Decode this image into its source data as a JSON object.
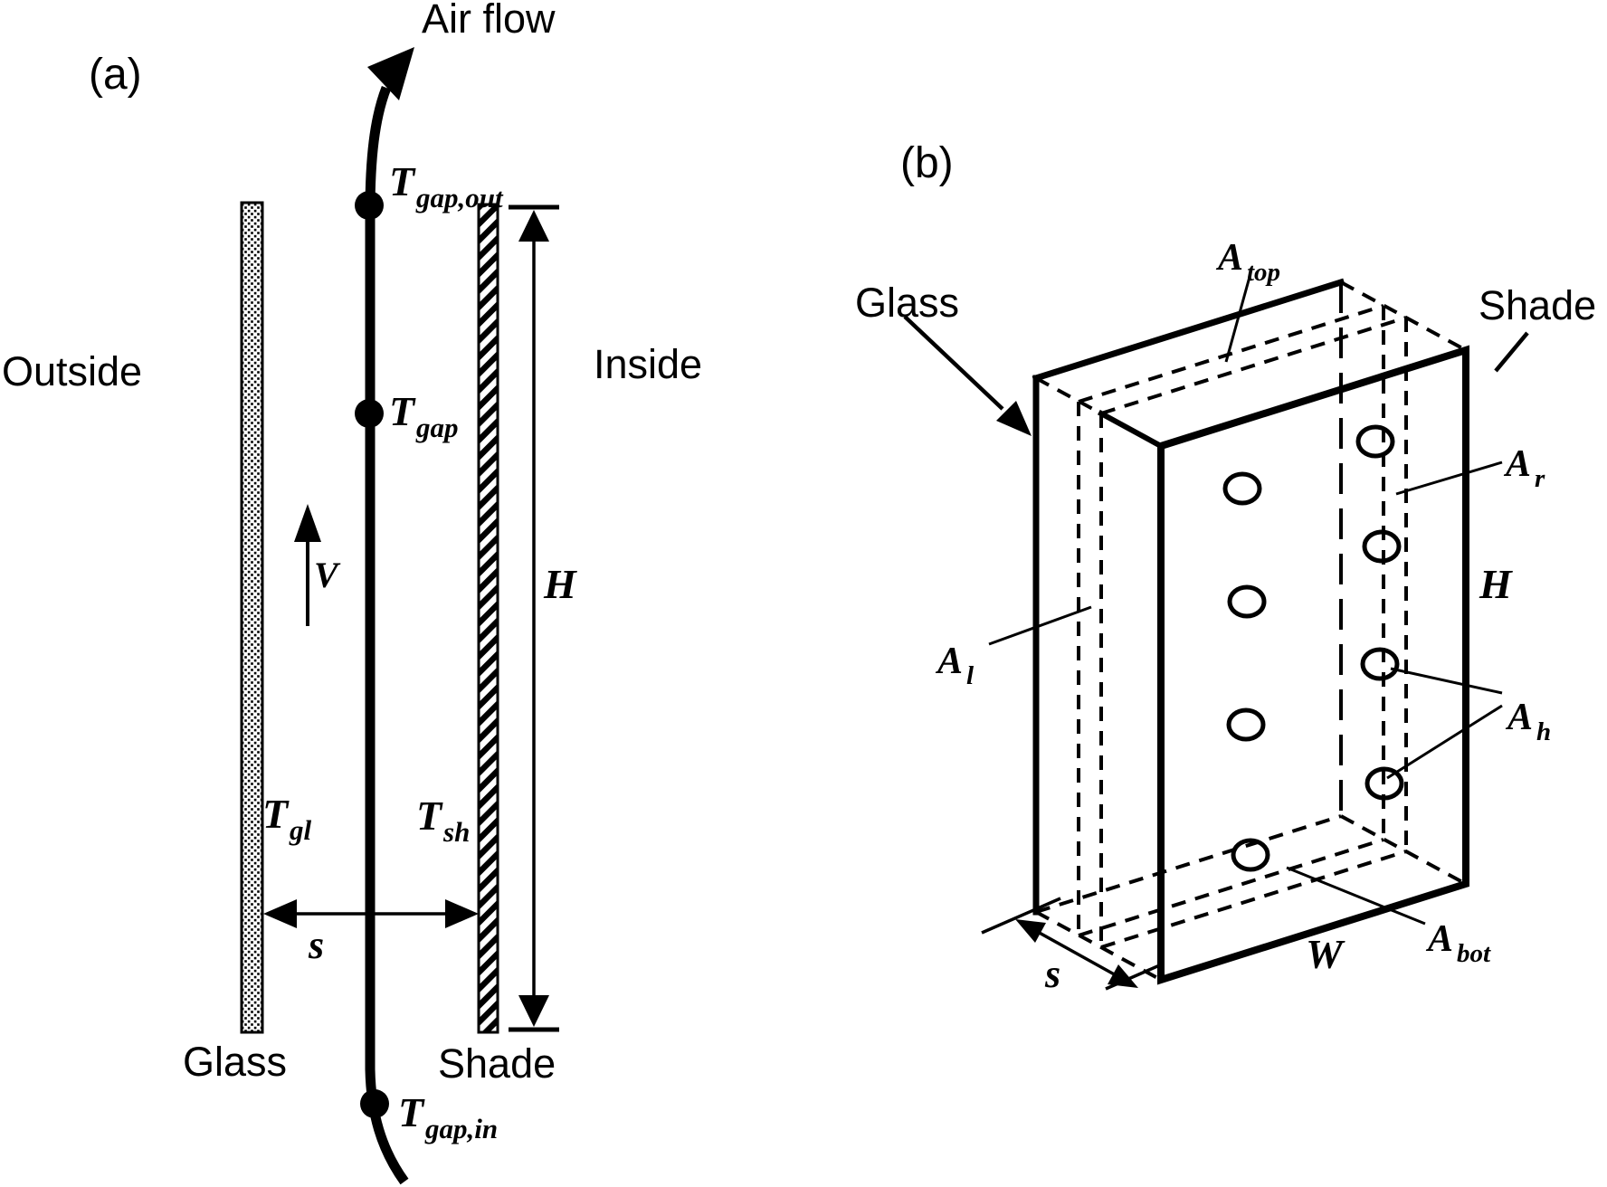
{
  "figure": {
    "panel_a": {
      "tag": "(a)",
      "air_flow_label": "Air flow",
      "outside_label": "Outside",
      "inside_label": "Inside",
      "glass_label": "Glass",
      "shade_label": "Shade",
      "velocity_symbol": "V",
      "height_dim": "H",
      "gap_dim": "s",
      "temps": {
        "t_gap_out": {
          "base": "T",
          "sub": "gap,out"
        },
        "t_gap": {
          "base": "T",
          "sub": "gap"
        },
        "t_gap_in": {
          "base": "T",
          "sub": "gap,in"
        },
        "t_glass": {
          "base": "T",
          "sub": "gl"
        },
        "t_shade": {
          "base": "T",
          "sub": "sh"
        }
      }
    },
    "panel_b": {
      "tag": "(b)",
      "glass_label": "Glass",
      "shade_label": "Shade",
      "height_dim": "H",
      "width_dim": "W",
      "gap_dim": "s",
      "areas": {
        "a_top": {
          "base": "A",
          "sub": "top"
        },
        "a_right": {
          "base": "A",
          "sub": "r"
        },
        "a_left": {
          "base": "A",
          "sub": "l"
        },
        "a_holes": {
          "base": "A",
          "sub": "h"
        },
        "a_bottom": {
          "base": "A",
          "sub": "bot"
        }
      }
    },
    "colors": {
      "ink": "#000000",
      "background": "#ffffff"
    }
  }
}
